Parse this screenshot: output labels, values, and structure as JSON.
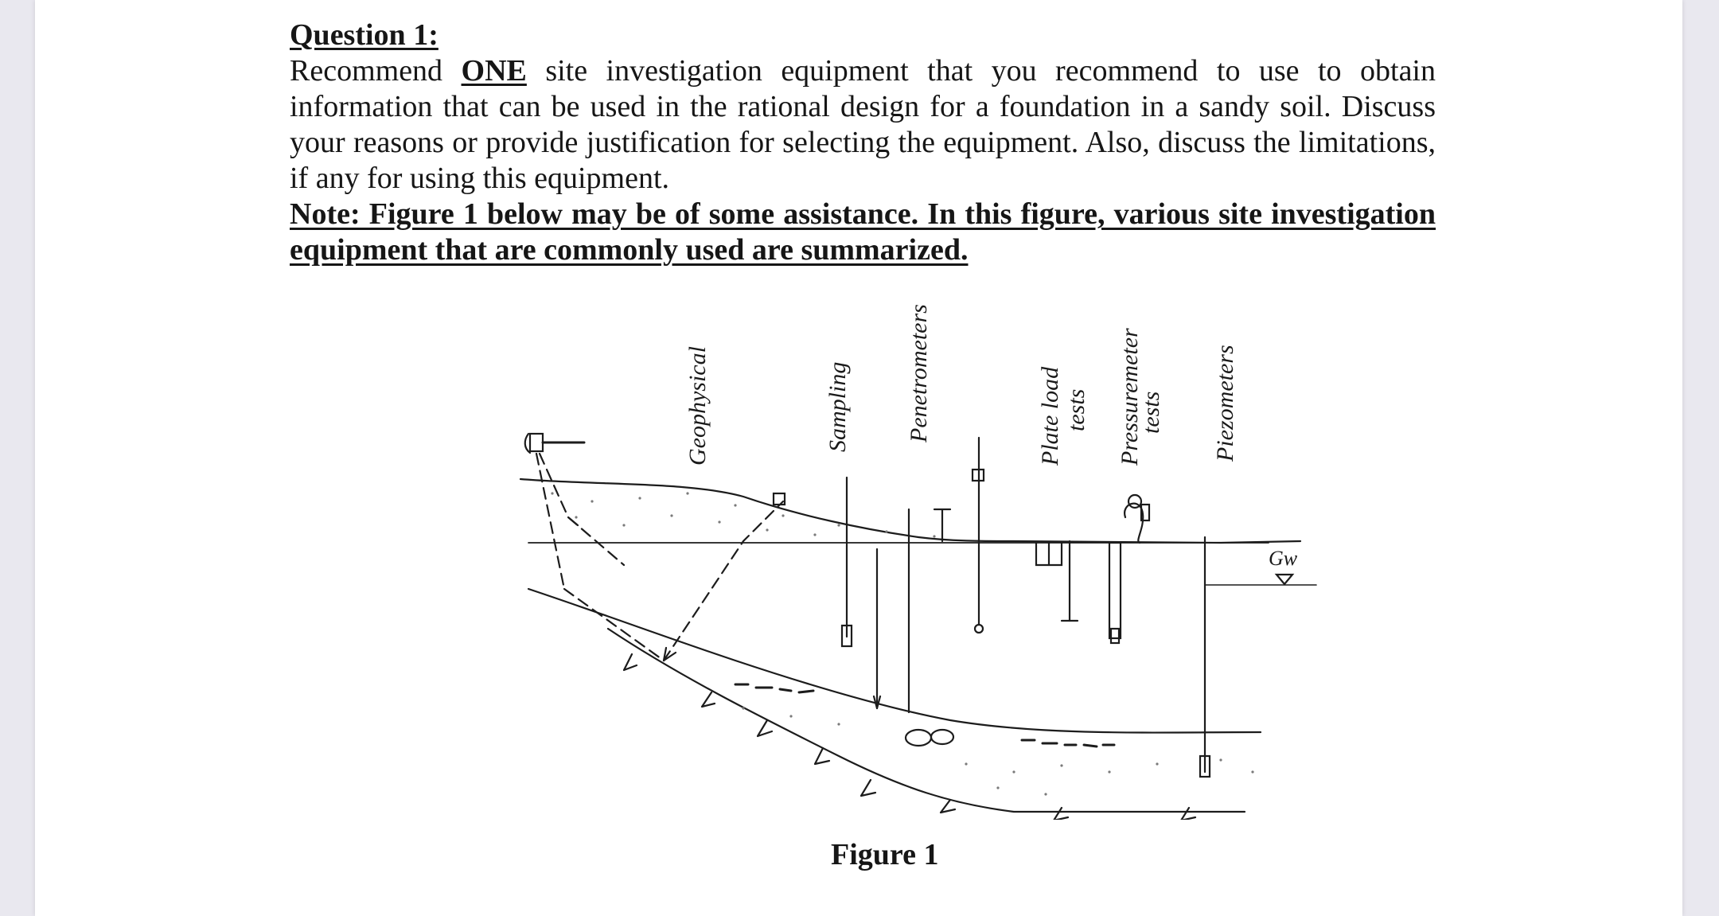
{
  "question": {
    "title": "Question 1:",
    "line_start": "Recommend",
    "emphasis": "ONE",
    "line_rest": "site investigation equipment that you recommend to use to obtain information that can be used in the rational design for a foundation in a sandy soil. Discuss your reasons or provide justification for selecting the equipment. Also, discuss the limitations, if any for using this equipment.",
    "note": "Note: Figure 1 below may be of some assistance. In this figure, various site investigation equipment that are commonly used are summarized."
  },
  "figure": {
    "labels": {
      "geophysical": "Geophysical",
      "sampling": "Sampling",
      "penetrometers": "Penetrometers",
      "plate_load_1": "Plate load",
      "plate_load_2": "tests",
      "pressuremeter_1": "Pressuremeter",
      "pressuremeter_2": "tests",
      "piezometers": "Piezometers",
      "gw": "Gw"
    },
    "caption": "Figure 1"
  }
}
